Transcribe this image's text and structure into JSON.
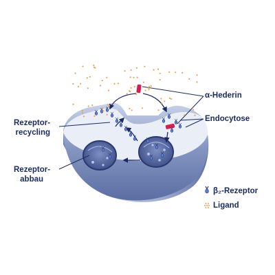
{
  "labels": {
    "alpha_hederin": "α-Hederin",
    "endocytose": "Endocytose",
    "rezeptor_recycling_1": "Rezeptor-",
    "rezeptor_recycling_2": "recycling",
    "rezeptor_abbau_1": "Rezeptor-",
    "rezeptor_abbau_2": "abbau"
  },
  "legend": {
    "receptor": "β₂-Rezeptor",
    "ligand": "Ligand"
  },
  "colors": {
    "text": "#1a2a5e",
    "ligand": "#f0a04a",
    "hederin": "#d81e4e",
    "receptor": "#5a7fd6",
    "cell_top": "#e9eef7",
    "cell_body": "#8a9cc4",
    "cell_dark": "#2f3f78",
    "vesicle": "#53649c"
  }
}
